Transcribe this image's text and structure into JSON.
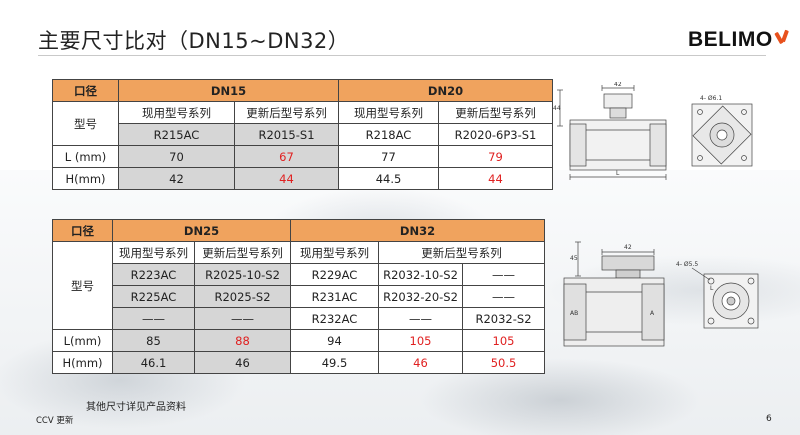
{
  "title": "主要尺寸比对（DN15~DN32）",
  "logo": {
    "text": "BELIMO"
  },
  "table1": {
    "corner": "口径",
    "groups": [
      "DN15",
      "DN20"
    ],
    "subheaders": [
      "现用型号系列",
      "更新后型号系列",
      "现用型号系列",
      "更新后型号系列"
    ],
    "model_label": "型号",
    "models": [
      "R215AC",
      "R2015-S1",
      "R218AC",
      "R2020-6P3-S1"
    ],
    "rows": [
      {
        "label": "L (mm)",
        "values": [
          "70",
          "67",
          "77",
          "79"
        ]
      },
      {
        "label": "H(mm)",
        "values": [
          "42",
          "44",
          "44.5",
          "44"
        ]
      }
    ]
  },
  "table2": {
    "corner": "口径",
    "groups": [
      "DN25",
      "DN32"
    ],
    "subheaders": [
      "现用型号系列",
      "更新后型号系列",
      "现用型号系列",
      "更新后型号系列"
    ],
    "model_label": "型号",
    "model_rows": [
      [
        "R223AC",
        "R2025-10-S2",
        "R229AC",
        "R2032-10-S2",
        "——"
      ],
      [
        "R225AC",
        "R2025-S2",
        "R231AC",
        "R2032-20-S2",
        "——"
      ],
      [
        "——",
        "——",
        "R232AC",
        "——",
        "R2032-S2"
      ]
    ],
    "rows": [
      {
        "label": "L(mm)",
        "values": [
          "85",
          "88",
          "94",
          "105",
          "105"
        ]
      },
      {
        "label": "H(mm)",
        "values": [
          "46.1",
          "46",
          "49.5",
          "46",
          "50.5"
        ]
      }
    ]
  },
  "drawing1": {
    "dim_top": "42",
    "dim_h": "44",
    "dim_l": "L",
    "dim_hole": "4- Ø6.1"
  },
  "drawing2": {
    "dim_top": "42",
    "dim_h": "45",
    "dim_l": "L",
    "dim_hole": "4- Ø5.5",
    "label_ab": "AB",
    "label_a": "A"
  },
  "colors": {
    "header": "#f0a35e",
    "gray": "#d6d6d6",
    "highlight": "#e02020",
    "brand": "#e8511d"
  },
  "footnote": "其他尺寸详见产品资料",
  "footer": "CCV 更新",
  "page_number": "6"
}
